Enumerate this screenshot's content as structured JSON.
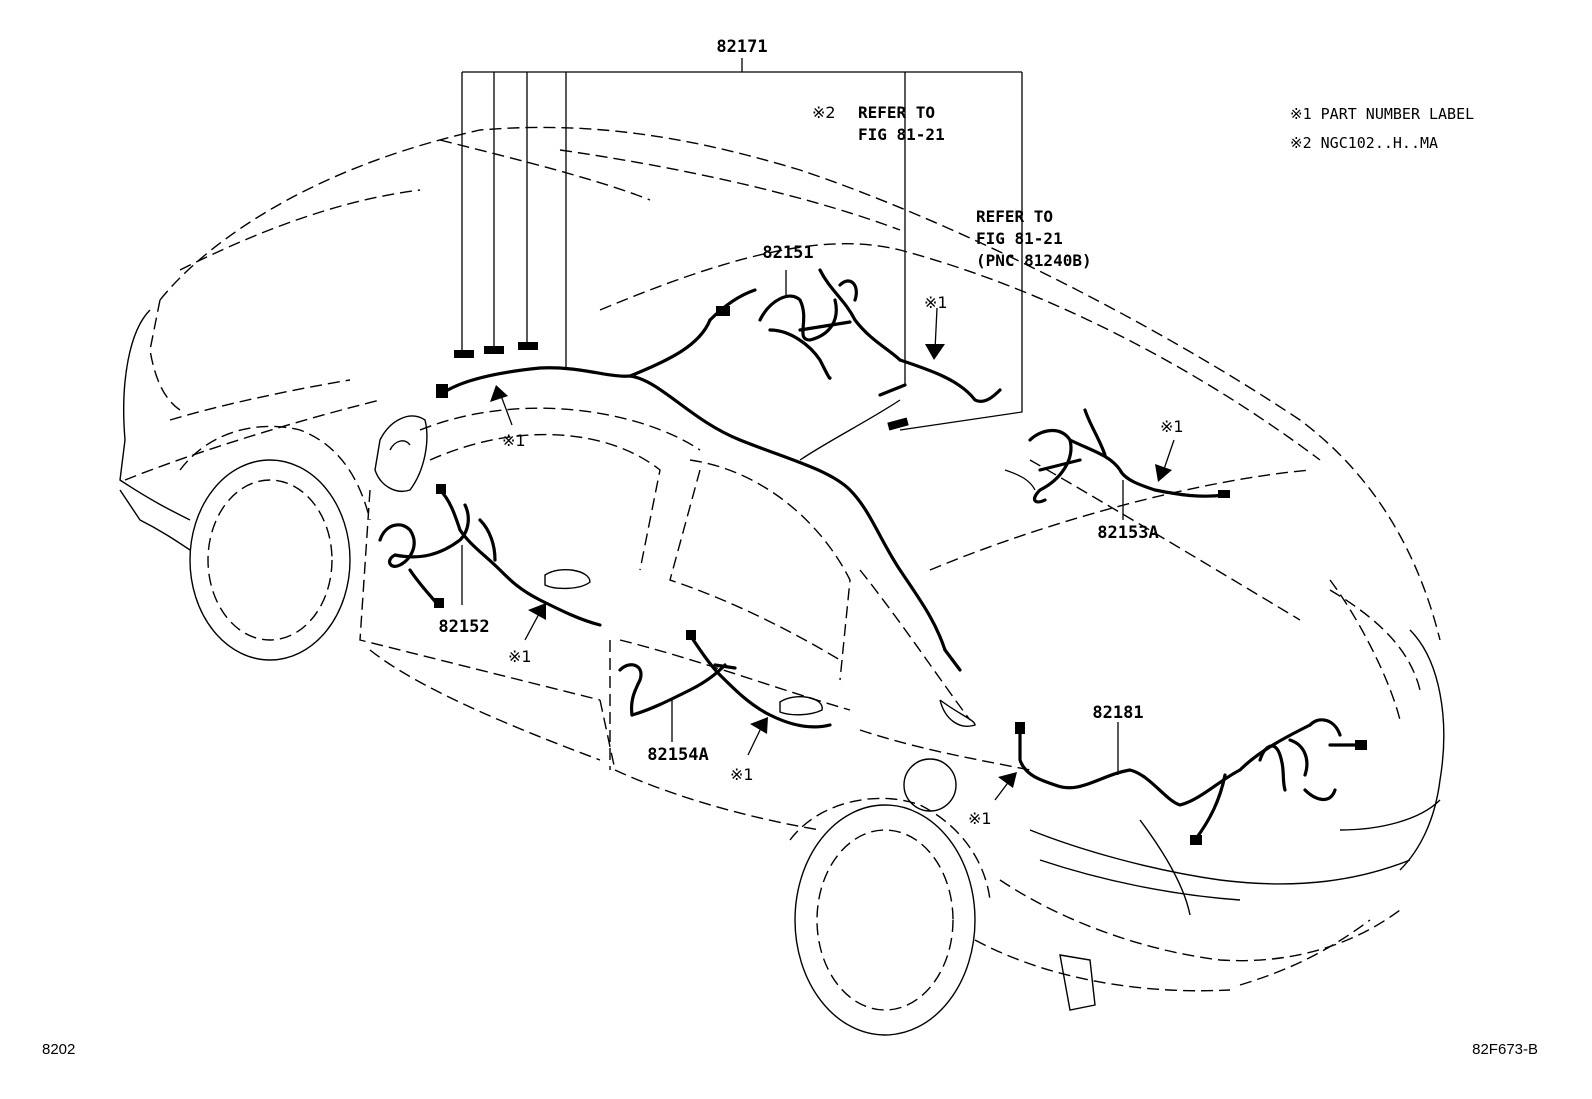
{
  "callouts": {
    "p82171": "82171",
    "p82151": "82151",
    "p82152": "82152",
    "p82153a": "82153A",
    "p82154a": "82154A",
    "p82181": "82181"
  },
  "notes": {
    "refer_ngc_mark": "※2",
    "refer_ngc_line1": "REFER TO",
    "refer_ngc_line2": "FIG 81-21",
    "refer_pnc_line1": "REFER TO",
    "refer_pnc_line2": "FIG 81-21",
    "refer_pnc_line3": "(PNC 81240B)"
  },
  "label_marks": {
    "roof": "※1",
    "center": "※1",
    "right": "※1",
    "front_door": "※1",
    "rear_door": "※1",
    "rear": "※1"
  },
  "legend": {
    "item1": "※1 PART NUMBER LABEL",
    "item2": "※2 NGC102..H..MA"
  },
  "footer": {
    "page_ref": "8202",
    "figure_code": "82F673-B"
  }
}
